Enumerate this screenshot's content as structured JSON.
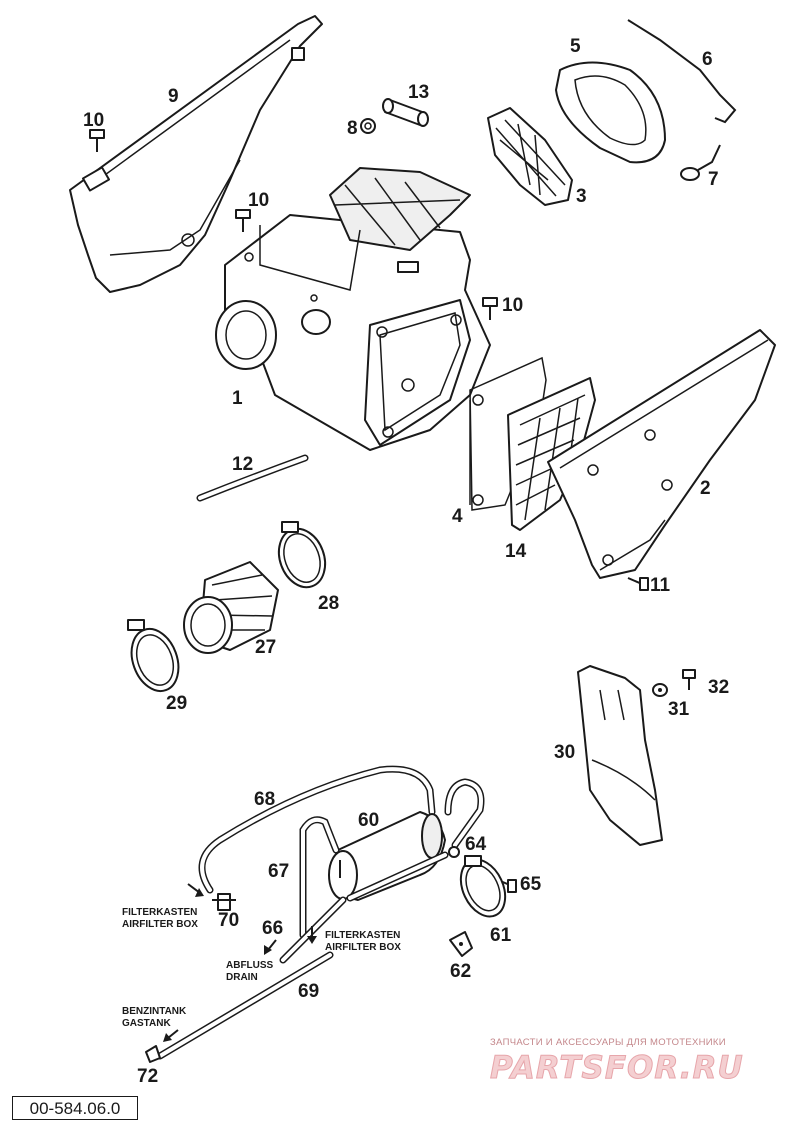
{
  "callouts": {
    "n1": "1",
    "n2": "2",
    "n3": "3",
    "n4": "4",
    "n5": "5",
    "n6": "6",
    "n7": "7",
    "n8": "8",
    "n9": "9",
    "n10a": "10",
    "n10b": "10",
    "n10c": "10",
    "n11": "11",
    "n12": "12",
    "n13": "13",
    "n14": "14",
    "n27": "27",
    "n28": "28",
    "n29": "29",
    "n30": "30",
    "n31": "31",
    "n32": "32",
    "n60": "60",
    "n61": "61",
    "n62": "62",
    "n64": "64",
    "n65": "65",
    "n66": "66",
    "n67": "67",
    "n68": "68",
    "n69": "69",
    "n70": "70",
    "n72": "72"
  },
  "labels": {
    "filterkasten_left": "FILTERKASTEN",
    "airfilter_box_left": "AIRFILTER BOX",
    "filterkasten_mid": "FILTERKASTEN",
    "airfilter_box_mid": "AIRFILTER BOX",
    "abfluss": "ABFLUSS",
    "drain": "DRAIN",
    "benzintank": "BENZINTANK",
    "gastank": "GASTANK"
  },
  "watermark": {
    "tagline": "ЗАПЧАСТИ И АКСЕССУАРЫ ДЛЯ МОТОТЕХНИКИ",
    "logo": "PARTSFOR.RU"
  },
  "reference_number": "00-584.06.0"
}
